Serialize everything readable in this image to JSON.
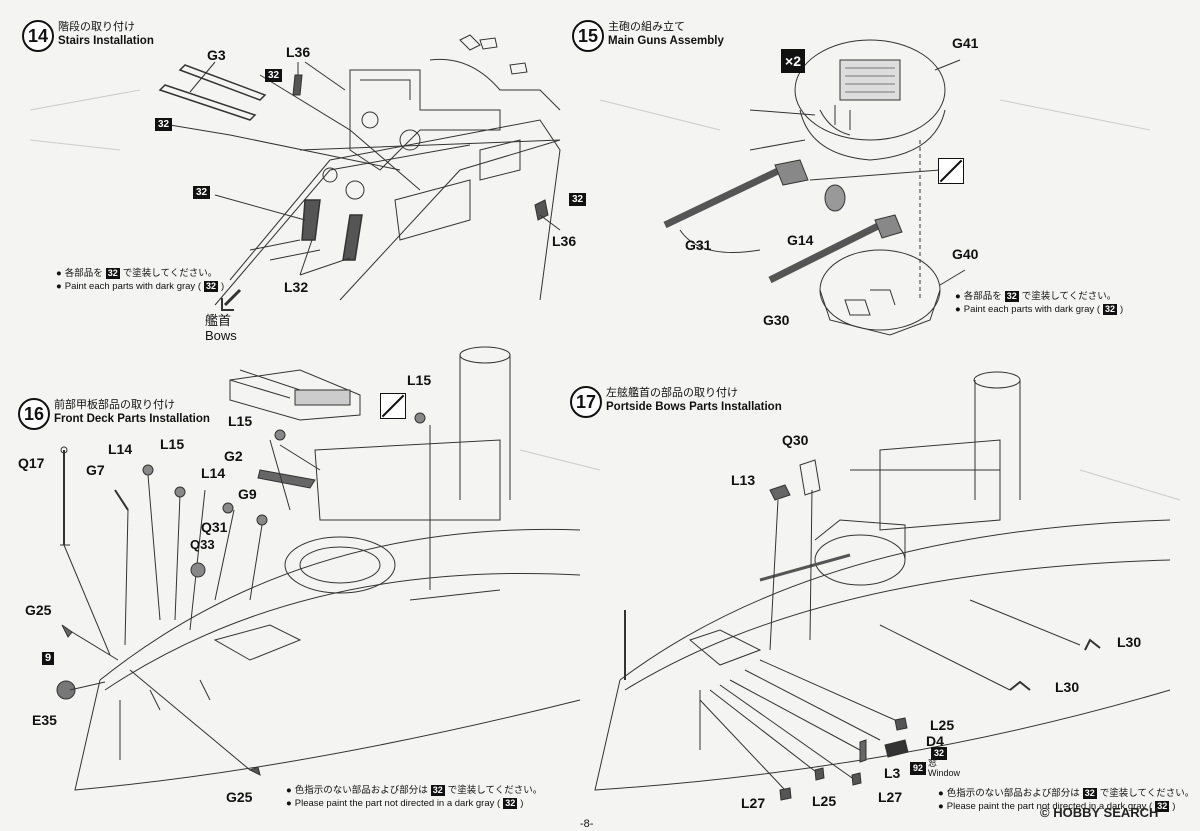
{
  "steps": [
    {
      "num": "14",
      "jp": "階段の取り付け",
      "en": "Stairs Installation"
    },
    {
      "num": "15",
      "jp": "主砲の組み立て",
      "en": "Main Guns Assembly"
    },
    {
      "num": "16",
      "jp": "前部甲板部品の取り付け",
      "en": "Front Deck Parts Installation"
    },
    {
      "num": "17",
      "jp": "左舷艦首の部品の取り付け",
      "en": "Portside Bows Parts Installation"
    }
  ],
  "step14": {
    "labels": {
      "g3": "G3",
      "l36a": "L36",
      "l36b": "L36",
      "l32": "L32"
    },
    "color_box": "32",
    "note_jp": "各部品を",
    "note_jp2": "で塗装してください。",
    "note_en": "Paint each parts with dark gray (",
    "note_en_end": ")",
    "bows_jp": "艦首",
    "bows_en": "Bows"
  },
  "step15": {
    "labels": {
      "g41": "G41",
      "g31": "G31",
      "g14": "G14",
      "g40": "G40",
      "g30": "G30"
    },
    "x2": "×2",
    "color_box": "32",
    "note_jp": "各部品を",
    "note_jp2": "で塗装してください。",
    "note_en": "Paint each parts with dark gray (",
    "note_en_end": ")"
  },
  "step16": {
    "labels": {
      "q17": "Q17",
      "g7": "G7",
      "l14a": "L14",
      "l15a": "L15",
      "l15b": "L15",
      "l15c": "L15",
      "l14b": "L14",
      "g2": "G2",
      "g9": "G9",
      "q31": "Q31",
      "q33": "Q33",
      "g25a": "G25",
      "box9": "9",
      "e35": "E35",
      "g25b": "G25"
    },
    "color_box": "32",
    "note_jp": "色指示のない部品および部分は",
    "note_jp2": "で塗装してください。",
    "note_en": "Please paint the part not directed in a dark gray (",
    "note_en_end": ")"
  },
  "step17": {
    "labels": {
      "q30": "Q30",
      "l13": "L13",
      "l30a": "L30",
      "l30b": "L30",
      "l25a": "L25",
      "d4": "D4",
      "l3": "L3",
      "l27a": "L27",
      "l27b": "L27",
      "l25b": "L25"
    },
    "window_box": "32",
    "window_jp": "窓",
    "window_en": "Window",
    "window_color": "92",
    "color_box": "32",
    "note_jp": "色指示のない部品および部分は",
    "note_jp2": "で塗装してください。",
    "note_en": "Please paint the part not directed in a dark gray (",
    "note_en_end": ")"
  },
  "page_number": "-8-",
  "watermark": "HOBBY SEARCH",
  "watermark_copy": "©"
}
